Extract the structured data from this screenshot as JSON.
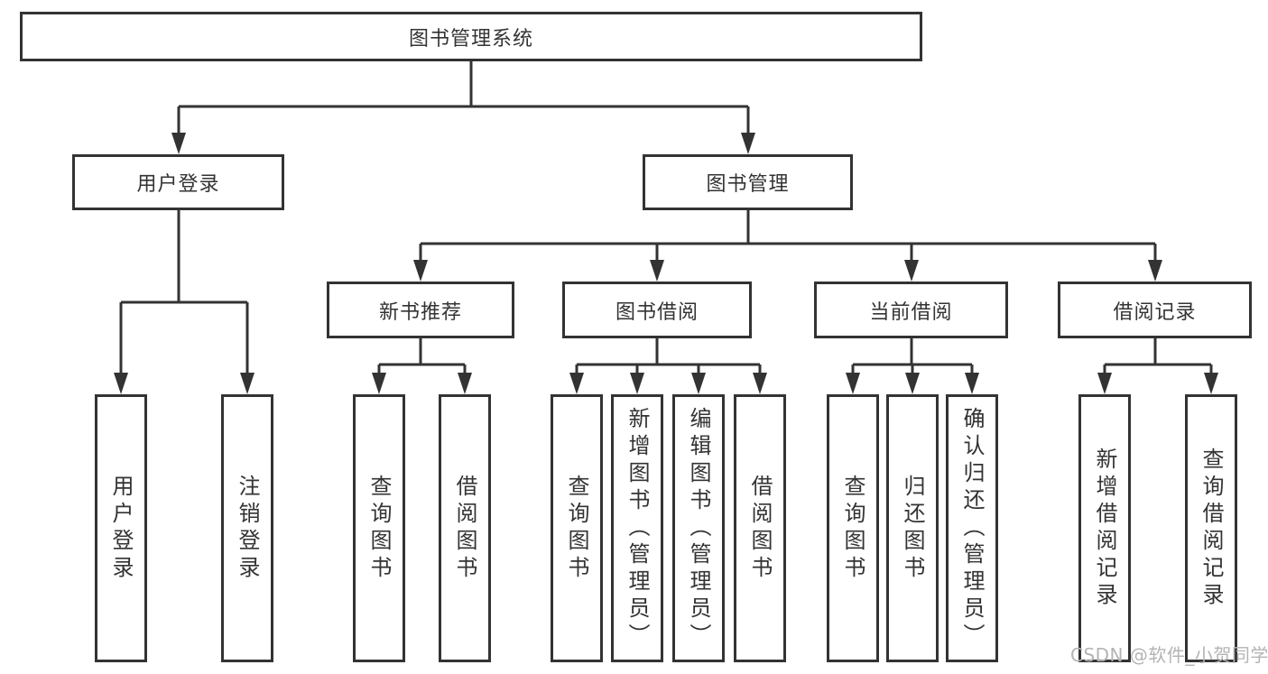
{
  "colors": {
    "line": "#333333",
    "text": "#333333",
    "watermark": "#b4b4b4",
    "background": "#ffffff"
  },
  "tree": {
    "label": "图书管理系统",
    "children": [
      {
        "label": "用户登录",
        "children": [
          {
            "label": "用户登录"
          },
          {
            "label": "注销登录"
          }
        ]
      },
      {
        "label": "图书管理",
        "children": [
          {
            "label": "新书推荐",
            "children": [
              {
                "label": "查询图书"
              },
              {
                "label": "借阅图书"
              }
            ]
          },
          {
            "label": "图书借阅",
            "children": [
              {
                "label": "查询图书"
              },
              {
                "label": "新增图书（管理员）"
              },
              {
                "label": "编辑图书（管理员）"
              },
              {
                "label": "借阅图书"
              }
            ]
          },
          {
            "label": "当前借阅",
            "children": [
              {
                "label": "查询图书"
              },
              {
                "label": "归还图书"
              },
              {
                "label": "确认归还（管理员）"
              }
            ]
          },
          {
            "label": "借阅记录",
            "children": [
              {
                "label": "新增借阅记录"
              },
              {
                "label": "查询借阅记录"
              }
            ]
          }
        ]
      }
    ]
  },
  "watermark": {
    "text": "CSDN @软件_小贺同学"
  }
}
